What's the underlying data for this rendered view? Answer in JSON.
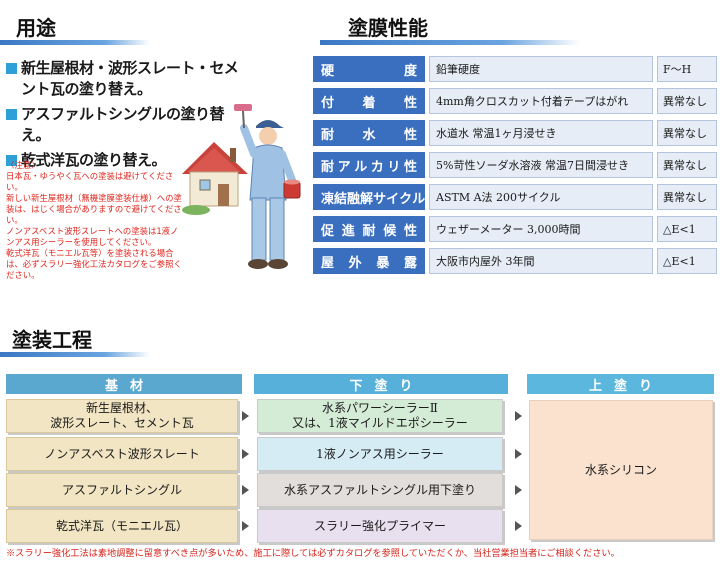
{
  "uses": {
    "title": "用途",
    "items": [
      "新生屋根材・波形スレート・セメント瓦の塗り替え。",
      "アスファルトシングルの塗り替え。",
      "乾式洋瓦の塗り替え。"
    ],
    "notes": [
      "〈注意〉",
      "日本瓦・ゆうやく瓦への塗装は避けてください。",
      "新しい新生屋根材（無機塗膜塗装仕様）への塗装は、はじく場合がありますので避けてください。",
      "ノンアスベスト波形スレートへの塗装は1液ノンアス用シーラーを使用してください。",
      "乾式洋瓦（モニエル瓦等）を塗装される場合は、必ずスラリー強化工法カタログをご参照ください。"
    ]
  },
  "performance": {
    "title": "塗膜性能",
    "rows": [
      {
        "label": "硬度",
        "test": "鉛筆硬度",
        "result": "F～H"
      },
      {
        "label": "付着性",
        "test": "4mm角クロスカット付着テープはがれ",
        "result": "異常なし"
      },
      {
        "label": "耐水性",
        "test": "水道水 常温1ヶ月浸せき",
        "result": "異常なし"
      },
      {
        "label": "耐アルカリ性",
        "test": "5%苛性ソーダ水溶液 常温7日間浸せき",
        "result": "異常なし"
      },
      {
        "label": "凍結融解サイクル",
        "test": "ASTM A法 200サイクル",
        "result": "異常なし"
      },
      {
        "label": "促進耐候性",
        "test": "ウェザーメーター 3,000時間",
        "result": "△E<1"
      },
      {
        "label": "屋外暴露",
        "test": "大阪市内屋外 3年間",
        "result": "△E<1"
      }
    ]
  },
  "process": {
    "title": "塗装工程",
    "headers": {
      "base": "基材",
      "under": "下塗り",
      "top": "上塗り"
    },
    "rows": [
      {
        "base": "新生屋根材、\n波形スレート、セメント瓦",
        "under": "水系パワーシーラーⅡ\n又は、1液マイルドエポシーラー",
        "under_color": "#d4ecd6"
      },
      {
        "base": "ノンアスベスト波形スレート",
        "under": "1液ノンアス用シーラー",
        "under_color": "#d6ecf5"
      },
      {
        "base": "アスファルトシングル",
        "under": "水系アスファルトシングル用下塗り",
        "under_color": "#e1dedb"
      },
      {
        "base": "乾式洋瓦（モニエル瓦）",
        "under": "スラリー強化プライマー",
        "under_color": "#e8e0ef"
      }
    ],
    "top": "水系シリコン"
  },
  "footnote": "※スラリー強化工法は素地調整に留意すべき点が多いため、施工に際しては必ずカタログを参照していただくか、当社営業担当者にご相談ください。"
}
